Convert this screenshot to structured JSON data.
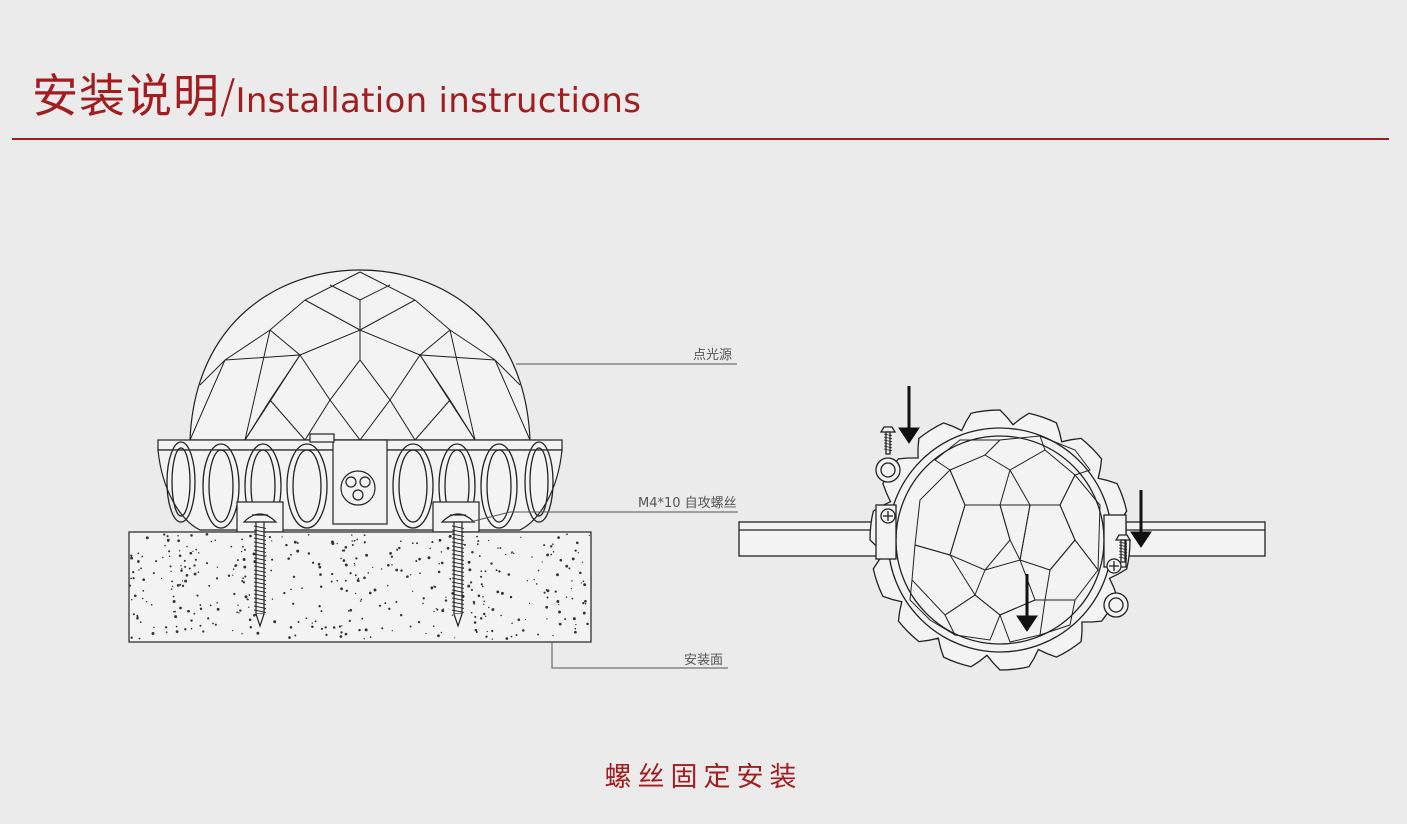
{
  "header": {
    "title_zh": "安装说明",
    "separator": "/",
    "title_en": "Installation instructions"
  },
  "callouts": {
    "light_source": "点光源",
    "screw": "M4*10 自攻螺丝",
    "mount_surface": "安装面"
  },
  "caption": "螺丝固定安装",
  "colors": {
    "accent": "#a21d20",
    "line": "#222222",
    "background": "#ebebeb"
  }
}
